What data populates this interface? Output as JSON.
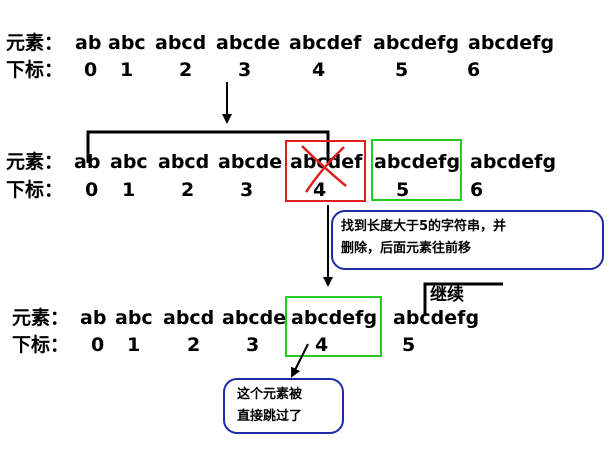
{
  "labels": {
    "elements": "元素：",
    "indices": "下标："
  },
  "row1": {
    "elements": [
      "ab",
      "abc",
      "abcd",
      "abcde",
      "abcdef",
      "abcdefg",
      "abcdefg"
    ],
    "indices": [
      "0",
      "1",
      "2",
      "3",
      "4",
      "5",
      "6"
    ]
  },
  "row2": {
    "elements": [
      "ab",
      "abc",
      "abcd",
      "abcde",
      "abcdef",
      "abcdefg",
      "abcdefg"
    ],
    "indices": [
      "0",
      "1",
      "2",
      "3",
      "4",
      "5",
      "6"
    ]
  },
  "row3": {
    "elements": [
      "ab",
      "abc",
      "abcd",
      "abcde",
      "abcdefg",
      "abcdefg"
    ],
    "indices": [
      "0",
      "1",
      "2",
      "3",
      "4",
      "5"
    ]
  },
  "notes": {
    "find_delete_line1": "找到长度大于5的字符串，并",
    "find_delete_line2": "删除，后面元素往前移",
    "continue": "继续",
    "skipped_line1": "这个元素被",
    "skipped_line2": "直接跳过了"
  },
  "colors": {
    "delete": "#e02020",
    "skip": "#22cc22",
    "bubble": "#1e2aa8"
  }
}
